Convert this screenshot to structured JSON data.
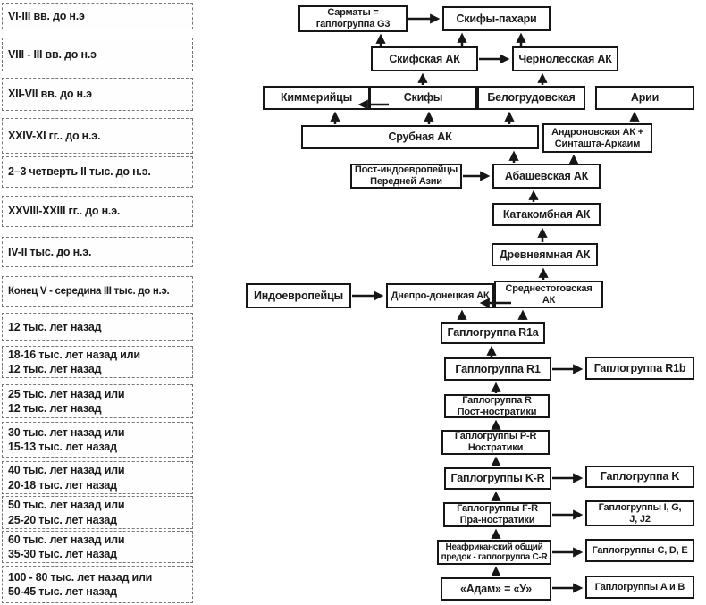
{
  "colors": {
    "box_border": "#161616",
    "timeline_border": "#777777",
    "text": "#1b1b1b",
    "background": "#ffffff"
  },
  "timeline": {
    "items": [
      {
        "label": "VI-III вв. до н.э"
      },
      {
        "label": "VIII - III вв. до н.э"
      },
      {
        "label": "XII-VII вв. до н.э"
      },
      {
        "label": "XXIV-XI гг.. до н.э."
      },
      {
        "label": "2–3 четверть II тыс. до н.э."
      },
      {
        "label": "XXVIII-XXIII гг.. до н.э."
      },
      {
        "label": "IV-II тыс. до н.э."
      },
      {
        "label": "Конец V - середина III тыс. до н.э."
      },
      {
        "label": "12 тыс. лет назад"
      },
      {
        "label": "18-16 тыс. лет назад или\n12 тыс. лет назад"
      },
      {
        "label": "25 тыс. лет назад или\n12 тыс. лет назад"
      },
      {
        "label": "30 тыс. лет назад или\n15-13 тыс. лет назад"
      },
      {
        "label": "40 тыс. лет назад или\n20-18 тыс. лет назад"
      },
      {
        "label": "50 тыс. лет назад или\n25-20 тыс. лет назад"
      },
      {
        "label": "60 тыс. лет назад или\n35-30 тыс. лет назад"
      },
      {
        "label": "100 - 80 тыс. лет назад или\n50-45 тыс. лет назад"
      }
    ]
  },
  "flowchart": {
    "nodes": {
      "sarmaty": {
        "label": "Сарматы =\nгаплогруппа G3"
      },
      "skify_pahari": {
        "label": "Скифы-пахари"
      },
      "skifskaya": {
        "label": "Скифская АК"
      },
      "chernolesskaya": {
        "label": "Чернолесская АК"
      },
      "kimmeriitsy": {
        "label": "Киммерийцы"
      },
      "skify": {
        "label": "Скифы"
      },
      "belogrudovskaya": {
        "label": "Белогрудовская"
      },
      "arii": {
        "label": "Арии"
      },
      "srubnaya": {
        "label": "Срубная АК"
      },
      "andronovskaya": {
        "label": "Андроновская АК +\nСинташта-Аркаим"
      },
      "post_indo": {
        "label": "Пост-индоевропейцы\nПередней Азии"
      },
      "abashevskaya": {
        "label": "Абашевская АК"
      },
      "katakombnaya": {
        "label": "Катакомбная АК"
      },
      "drevneyamnaya": {
        "label": "Древнеямная АК"
      },
      "indoevropeitsy": {
        "label": "Индоевропейцы"
      },
      "dnepro": {
        "label": "Днепро-донецкая АК"
      },
      "srednestogovskaya": {
        "label": "Среднестоговская\nАК"
      },
      "r1a": {
        "label": "Гаплогруппа R1a"
      },
      "r1": {
        "label": "Гаплогруппа R1"
      },
      "r1b": {
        "label": "Гаплогруппа R1b"
      },
      "r": {
        "label": "Гаплогруппа R\nПост-ностратики"
      },
      "pr": {
        "label": "Гаплогруппы P-R\nНостратики"
      },
      "kr": {
        "label": "Гаплогруппы K-R"
      },
      "k": {
        "label": "Гаплогруппа K"
      },
      "fr": {
        "label": "Гаплогруппы F-R\nПра-ностратики"
      },
      "igjj2": {
        "label": "Гаплогруппы I, G,\nJ, J2"
      },
      "neafr": {
        "label": "Неафриканский общий\nпредок - гаплогруппа C-R"
      },
      "cde": {
        "label": "Гаплогруппы C, D, E"
      },
      "adam": {
        "label": "«Адам» = «У»"
      },
      "ab": {
        "label": "Гаплогруппы A и B"
      }
    },
    "edges": [
      {
        "from": "sarmaty",
        "to": "skify_pahari",
        "dir": "right"
      },
      {
        "from": "skifskaya",
        "to": "sarmaty",
        "dir": "up"
      },
      {
        "from": "skifskaya",
        "to": "skify_pahari",
        "dir": "up"
      },
      {
        "from": "chernolesskaya",
        "to": "skify_pahari",
        "dir": "up"
      },
      {
        "from": "skifskaya",
        "to": "chernolesskaya",
        "dir": "right"
      },
      {
        "from": "skify",
        "to": "skifskaya",
        "dir": "up"
      },
      {
        "from": "belogrudovskaya",
        "to": "chernolesskaya",
        "dir": "up"
      },
      {
        "from": "skify",
        "to": "kimmeriitsy",
        "dir": "left"
      },
      {
        "from": "srubnaya",
        "to": "kimmeriitsy",
        "dir": "up"
      },
      {
        "from": "srubnaya",
        "to": "skify",
        "dir": "up"
      },
      {
        "from": "srubnaya",
        "to": "belogrudovskaya",
        "dir": "up"
      },
      {
        "from": "andronovskaya",
        "to": "arii",
        "dir": "up"
      },
      {
        "from": "abashevskaya",
        "to": "srubnaya",
        "dir": "up"
      },
      {
        "from": "abashevskaya",
        "to": "andronovskaya",
        "dir": "up"
      },
      {
        "from": "post_indo",
        "to": "abashevskaya",
        "dir": "right"
      },
      {
        "from": "katakombnaya",
        "to": "abashevskaya",
        "dir": "up"
      },
      {
        "from": "drevneyamnaya",
        "to": "katakombnaya",
        "dir": "up"
      },
      {
        "from": "srednestogovskaya",
        "to": "drevneyamnaya",
        "dir": "up"
      },
      {
        "from": "indoevropeitsy",
        "to": "dnepro",
        "dir": "right"
      },
      {
        "from": "srednestogovskaya",
        "to": "dnepro",
        "dir": "left"
      },
      {
        "from": "r1a",
        "to": "dnepro",
        "dir": "up"
      },
      {
        "from": "r1a",
        "to": "srednestogovskaya",
        "dir": "up"
      },
      {
        "from": "r1",
        "to": "r1a",
        "dir": "up"
      },
      {
        "from": "r1",
        "to": "r1b",
        "dir": "right"
      },
      {
        "from": "r",
        "to": "r1",
        "dir": "up"
      },
      {
        "from": "pr",
        "to": "r",
        "dir": "up"
      },
      {
        "from": "kr",
        "to": "pr",
        "dir": "up"
      },
      {
        "from": "kr",
        "to": "k",
        "dir": "right"
      },
      {
        "from": "fr",
        "to": "kr",
        "dir": "up"
      },
      {
        "from": "fr",
        "to": "igjj2",
        "dir": "right"
      },
      {
        "from": "neafr",
        "to": "fr",
        "dir": "up"
      },
      {
        "from": "neafr",
        "to": "cde",
        "dir": "right"
      },
      {
        "from": "adam",
        "to": "neafr",
        "dir": "up"
      },
      {
        "from": "adam",
        "to": "ab",
        "dir": "right"
      }
    ]
  }
}
